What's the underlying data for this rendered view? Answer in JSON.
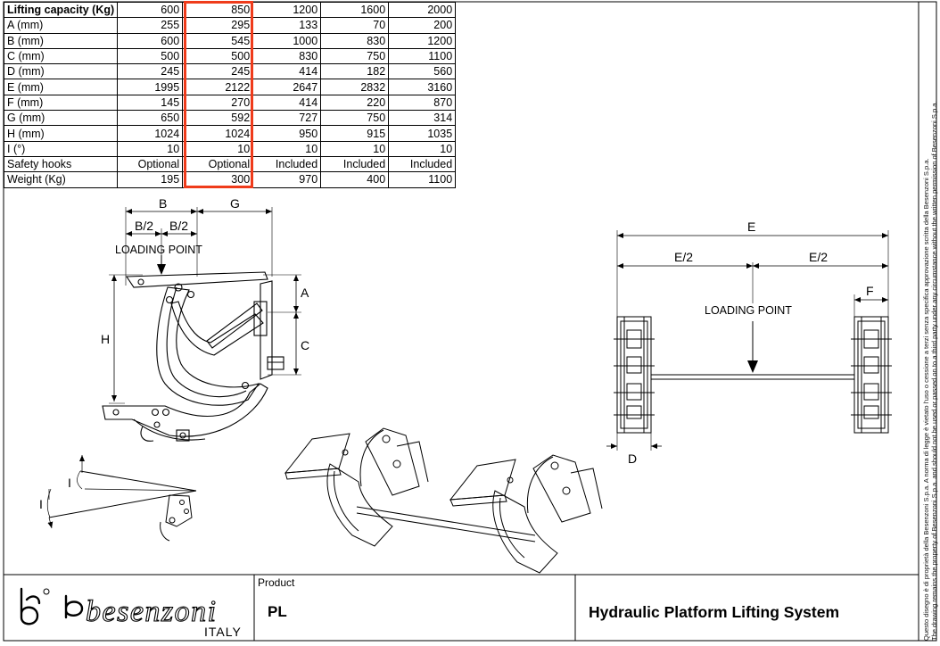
{
  "spec_table": {
    "rows": [
      {
        "label": "Lifting capacity (Kg)",
        "values": [
          "600",
          "850",
          "1200",
          "1600",
          "2000"
        ]
      },
      {
        "label": "A (mm)",
        "values": [
          "255",
          "295",
          "133",
          "70",
          "200"
        ]
      },
      {
        "label": "B (mm)",
        "values": [
          "600",
          "545",
          "1000",
          "830",
          "1200"
        ]
      },
      {
        "label": "C (mm)",
        "values": [
          "500",
          "500",
          "830",
          "750",
          "1100"
        ]
      },
      {
        "label": "D (mm)",
        "values": [
          "245",
          "245",
          "414",
          "182",
          "560"
        ]
      },
      {
        "label": "E (mm)",
        "values": [
          "1995",
          "2122",
          "2647",
          "2832",
          "3160"
        ]
      },
      {
        "label": "F (mm)",
        "values": [
          "145",
          "270",
          "414",
          "220",
          "870"
        ]
      },
      {
        "label": "G (mm)",
        "values": [
          "650",
          "592",
          "727",
          "750",
          "314"
        ]
      },
      {
        "label": "H (mm)",
        "values": [
          "1024",
          "1024",
          "950",
          "915",
          "1035"
        ]
      },
      {
        "label": "I (°)",
        "values": [
          "10",
          "10",
          "10",
          "10",
          "10"
        ]
      },
      {
        "label": "Safety hooks",
        "values": [
          "Optional",
          "Optional",
          "Included",
          "Included",
          "Included"
        ]
      },
      {
        "label": "Weight (Kg)",
        "values": [
          "195",
          "300",
          "970",
          "400",
          "1100"
        ]
      }
    ],
    "highlight_color": "#ef3b1b"
  },
  "side_view": {
    "dim_b": "B",
    "dim_b_half_1": "B/2",
    "dim_b_half_2": "B/2",
    "dim_g": "G",
    "loading_point": "LOADING POINT",
    "dim_a": "A",
    "dim_c": "C",
    "dim_h": "H"
  },
  "angle_view": {
    "dim_i_top": "I",
    "dim_i_bottom": "I"
  },
  "front_view": {
    "dim_e": "E",
    "dim_e_half_1": "E/2",
    "dim_e_half_2": "E/2",
    "dim_f": "F",
    "loading_point": "LOADING POINT",
    "dim_d": "D"
  },
  "title_block": {
    "brand": "besenzoni",
    "country": "ITALY",
    "product_label": "Product",
    "product_value": "PL",
    "title": "Hydraulic Platform Lifting System",
    "legal_note_it": "Questo disegno è di proprietà della Besenzoni S.p.a. A norma di legge è vietato l'uso o cessione a terzi senza specifica approvazione scritta della Besenzoni S.p.a.",
    "legal_note_en": "The drawing remains the property of Besenzoni S.p.a. and should not be used or passed on to a third party under any circumstance without the written permission of Besenzoni S.p.a."
  }
}
